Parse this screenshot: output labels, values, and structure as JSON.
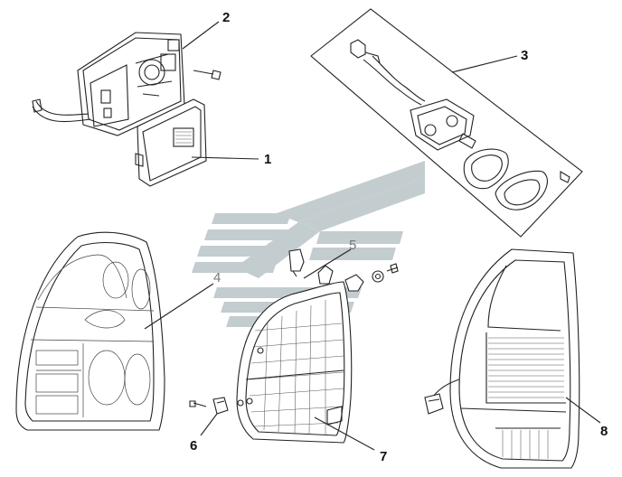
{
  "diagram": {
    "callouts": [
      {
        "id": "1",
        "label": "1"
      },
      {
        "id": "2",
        "label": "2"
      },
      {
        "id": "3",
        "label": "3"
      },
      {
        "id": "4",
        "label": "4"
      },
      {
        "id": "5",
        "label": "5"
      },
      {
        "id": "6",
        "label": "6"
      },
      {
        "id": "7",
        "label": "7"
      },
      {
        "id": "8",
        "label": "8"
      }
    ],
    "colors": {
      "line": "#222222",
      "watermark": "#b9c4c7",
      "callout_grey": "#777777"
    },
    "watermark_icon": "stripe-logo-watermark"
  }
}
